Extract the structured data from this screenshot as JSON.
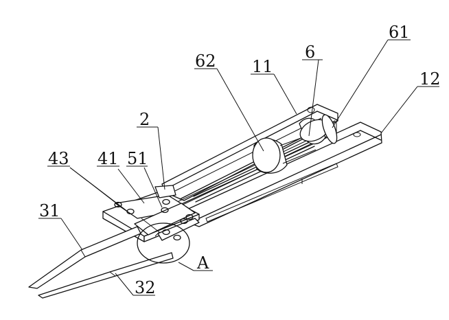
{
  "labels": {
    "l61": "61",
    "l6": "6",
    "l62": "62",
    "l11": "11",
    "l12": "12",
    "l2": "2",
    "l43": "43",
    "l41": "41",
    "l51": "51",
    "l31": "31",
    "l32": "32",
    "lA": "A"
  }
}
